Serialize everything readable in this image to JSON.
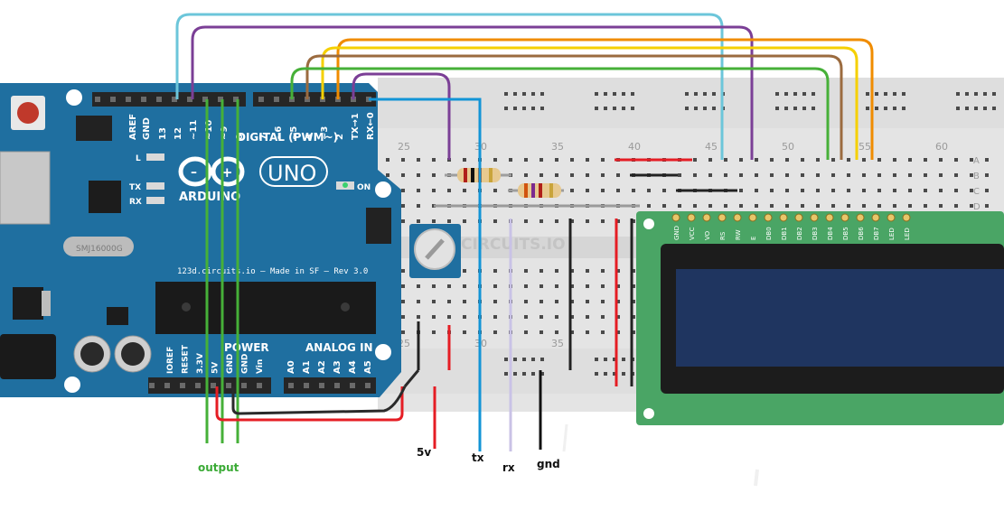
{
  "arduino": {
    "uno_label": "UNO",
    "brand": "ARDUINO",
    "digital_header": "DIGITAL (PWM~)",
    "on_label": "ON",
    "tx_label": "TX",
    "rx_label": "RX",
    "l_label": "L",
    "footer_text": "123d.circuits.io – Made in SF – Rev 3.0",
    "power_label": "POWER",
    "analog_label": "ANALOG IN",
    "crystal_text": "SMJ16000G",
    "top_pins": [
      "AREF",
      "GND",
      "13",
      "12",
      "~11",
      "~10",
      "~9",
      "8",
      "7",
      "~6",
      "~5",
      "4",
      "~3",
      "2",
      "TX→1",
      "RX←0"
    ],
    "power_pins": [
      "IOREF",
      "RESET",
      "3.3V",
      "5V",
      "GND",
      "GND",
      "Vin"
    ],
    "analog_pins": [
      "A0",
      "A1",
      "A2",
      "A3",
      "A4",
      "A5"
    ]
  },
  "breadboard": {
    "column_numbers": [
      "25",
      "30",
      "35",
      "40",
      "45",
      "50",
      "55",
      "60"
    ],
    "bottom_column_numbers": [
      "25",
      "30",
      "35"
    ],
    "row_letters": [
      "A",
      "B",
      "C",
      "D"
    ],
    "watermark": "CIRCUITS.IO"
  },
  "lcd": {
    "pins": [
      "GND",
      "VCC",
      "VO",
      "RS",
      "RW",
      "E",
      "DB0",
      "DB1",
      "DB2",
      "DB3",
      "DB4",
      "DB5",
      "DB6",
      "DB7",
      "LED",
      "LED"
    ]
  },
  "labels": {
    "output": "output",
    "v5": "5v",
    "tx": "tx",
    "rx": "rx",
    "gnd": "gnd"
  },
  "colors": {
    "board_blue": "#1f6fa0",
    "breadboard": "#e6e6e6",
    "lcd_green": "#4aa565",
    "lcd_screen": "#1f3560",
    "wire_cyan": "#6cc6da",
    "wire_purple": "#7b3f96",
    "wire_orange": "#f08c00",
    "wire_yellow": "#f5d000",
    "wire_brown": "#9b6b3f",
    "wire_green": "#46b038",
    "wire_blue": "#1294d6",
    "wire_red": "#e51d24",
    "wire_black": "#202020",
    "wire_lavender": "#c9c2e6",
    "output_label": "#3aaa35"
  }
}
